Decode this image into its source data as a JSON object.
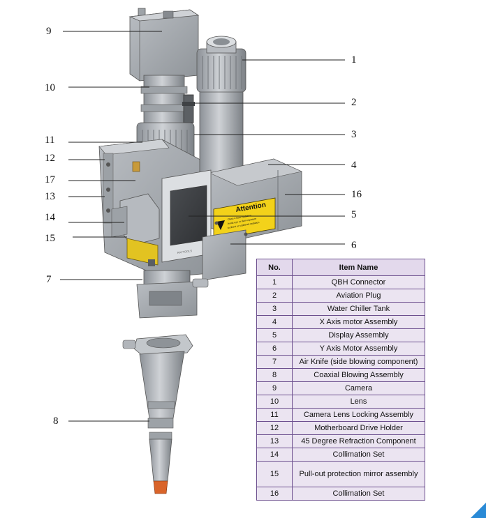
{
  "callouts": [
    "9",
    "1",
    "10",
    "2",
    "3",
    "11",
    "4",
    "12",
    "17",
    "16",
    "13",
    "5",
    "14",
    "15",
    "6",
    "7",
    "8"
  ],
  "warning_label": {
    "title": "Attention",
    "lines": [
      "Class 4 laser radiation",
      "Avoid eye or skin exposure",
      "to direct or scattered radiation"
    ]
  },
  "display_brand": "RAYTOOLS",
  "table": {
    "headers": [
      "No.",
      "Item Name"
    ],
    "rows": [
      {
        "no": "1",
        "name": "QBH Connector"
      },
      {
        "no": "2",
        "name": "Aviation Plug"
      },
      {
        "no": "3",
        "name": "Water Chiller Tank"
      },
      {
        "no": "4",
        "name": "X Axis motor Assembly"
      },
      {
        "no": "5",
        "name": "Display Assembly"
      },
      {
        "no": "6",
        "name": "Y Axis Motor Assembly"
      },
      {
        "no": "7",
        "name": "Air Knife (side blowing component)"
      },
      {
        "no": "8",
        "name": "Coaxial Blowing Assembly"
      },
      {
        "no": "9",
        "name": "Camera"
      },
      {
        "no": "10",
        "name": "Lens"
      },
      {
        "no": "11",
        "name": "Camera Lens Locking Assembly"
      },
      {
        "no": "12",
        "name": "Motherboard Drive Holder"
      },
      {
        "no": "13",
        "name": "45 Degree Refraction Component"
      },
      {
        "no": "14",
        "name": "Collimation Set"
      },
      {
        "no": "15",
        "name": "Pull-out protection mirror assembly"
      },
      {
        "no": "16",
        "name": "Collimation Set"
      }
    ]
  },
  "colors": {
    "body_gray": "#a9adb2",
    "dark_gray": "#7e8388",
    "light_gray": "#c9ccd0",
    "warning_yellow": "#f3d21a",
    "nozzle_tip": "#d9642a",
    "table_border": "#6c4f8e",
    "table_fill": "#ebe4f1"
  }
}
